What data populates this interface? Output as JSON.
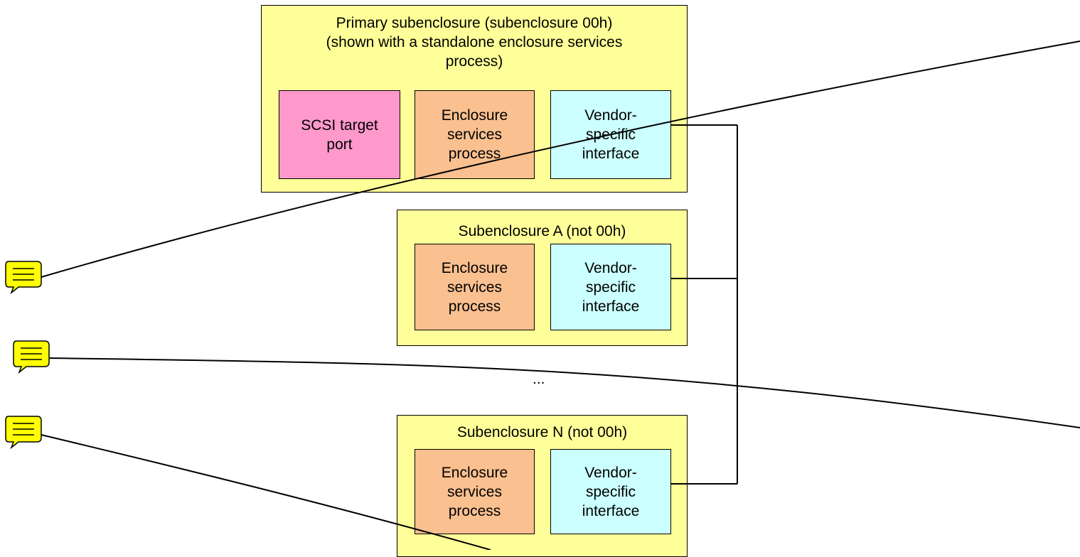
{
  "primary": {
    "title_lines": [
      "Primary subenclosure (subenclosure 00h)",
      "(shown with a standalone enclosure services",
      "process)"
    ],
    "target_port_lines": [
      "SCSI target",
      "port"
    ],
    "esp_lines": [
      "Enclosure",
      "services",
      "process"
    ],
    "vsi_lines": [
      "Vendor-",
      "specific",
      "interface"
    ]
  },
  "sub_a": {
    "title": "Subenclosure A (not 00h)",
    "esp_lines": [
      "Enclosure",
      "services",
      "process"
    ],
    "vsi_lines": [
      "Vendor-",
      "specific",
      "interface"
    ]
  },
  "ellipsis": "...",
  "sub_n": {
    "title": "Subenclosure N (not 00h)",
    "esp_lines": [
      "Enclosure",
      "services",
      "process"
    ],
    "vsi_lines": [
      "Vendor-",
      "specific",
      "interface"
    ]
  },
  "colors": {
    "subenclosure_fill": "#ffff99",
    "target_port_fill": "#ff99cc",
    "esp_fill": "#fac090",
    "vsi_fill": "#ccffff",
    "comment_icon_fill": "#ffff00"
  },
  "comment_icons": [
    "comment-icon",
    "comment-icon",
    "comment-icon"
  ]
}
